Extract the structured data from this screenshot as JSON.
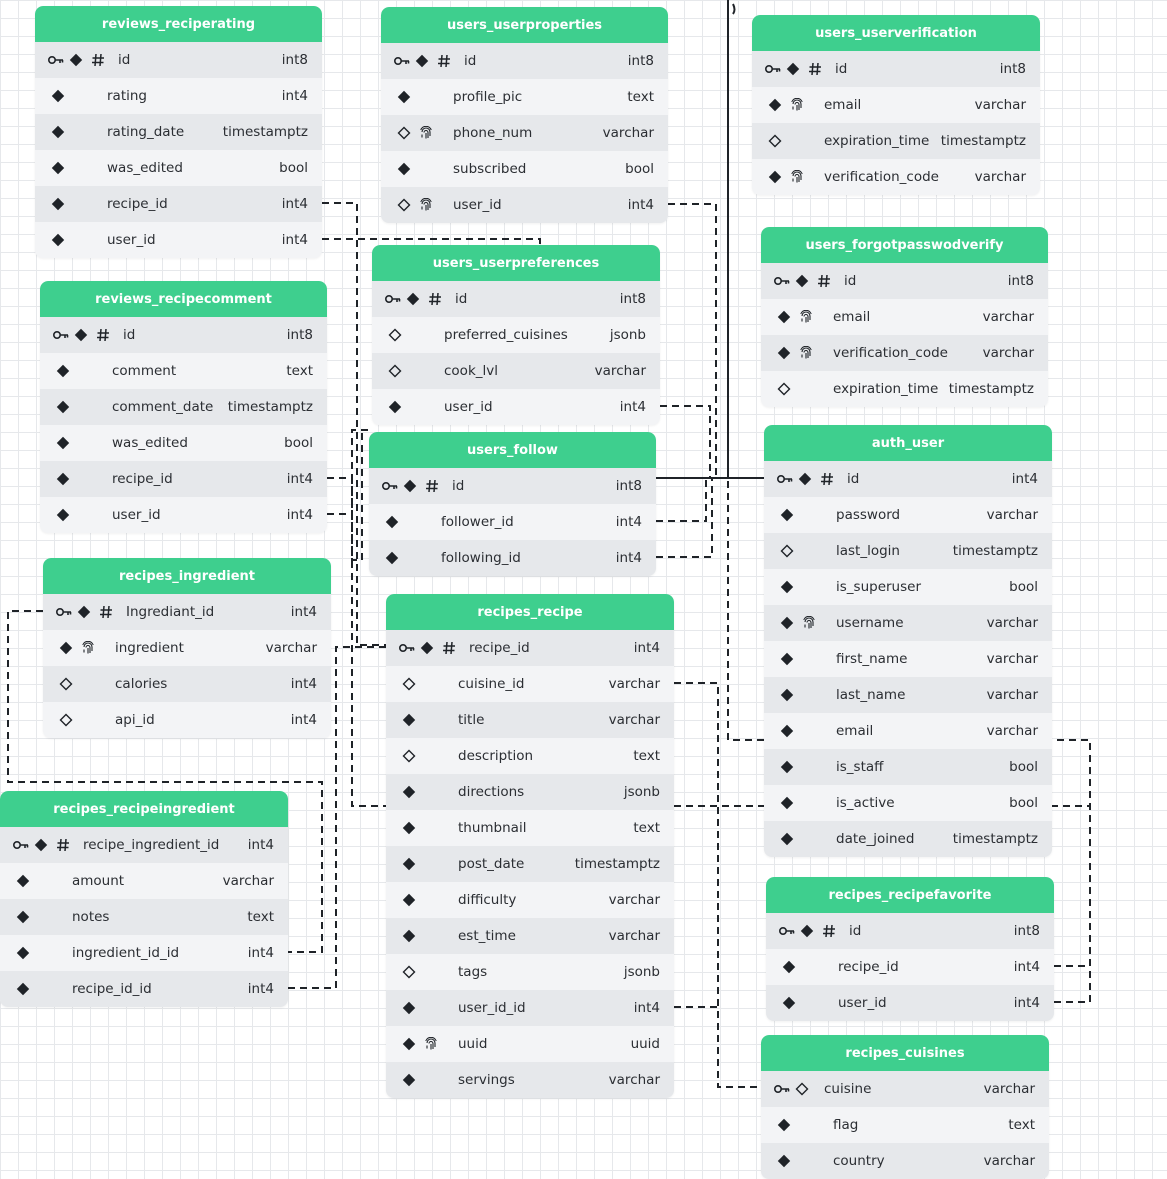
{
  "tables": [
    {
      "name": "reviews_reciperating",
      "cols": [
        {
          "name": "id",
          "type": "int8",
          "pk": true,
          "nn": true,
          "hash": true
        },
        {
          "name": "rating",
          "type": "int4",
          "nn": true
        },
        {
          "name": "rating_date",
          "type": "timestamptz",
          "nn": true
        },
        {
          "name": "was_edited",
          "type": "bool",
          "nn": true
        },
        {
          "name": "recipe_id",
          "type": "int4",
          "nn": true
        },
        {
          "name": "user_id",
          "type": "int4",
          "nn": true
        }
      ]
    },
    {
      "name": "users_userproperties",
      "cols": [
        {
          "name": "id",
          "type": "int8",
          "pk": true,
          "nn": true,
          "hash": true
        },
        {
          "name": "profile_pic",
          "type": "text",
          "nn": true
        },
        {
          "name": "phone_num",
          "type": "varchar",
          "nn": false,
          "uq": true
        },
        {
          "name": "subscribed",
          "type": "bool",
          "nn": true
        },
        {
          "name": "user_id",
          "type": "int4",
          "nn": false,
          "uq": true
        }
      ]
    },
    {
      "name": "users_userverification",
      "cols": [
        {
          "name": "id",
          "type": "int8",
          "pk": true,
          "nn": true,
          "hash": true
        },
        {
          "name": "email",
          "type": "varchar",
          "nn": true,
          "uq": true
        },
        {
          "name": "expiration_time",
          "type": "timestamptz",
          "nn": false
        },
        {
          "name": "verification_code",
          "type": "varchar",
          "nn": true,
          "uq": true
        }
      ]
    },
    {
      "name": "users_forgotpasswodverify",
      "cols": [
        {
          "name": "id",
          "type": "int8",
          "pk": true,
          "nn": true,
          "hash": true
        },
        {
          "name": "email",
          "type": "varchar",
          "nn": true,
          "uq": true
        },
        {
          "name": "verification_code",
          "type": "varchar",
          "nn": true,
          "uq": true
        },
        {
          "name": "expiration_time",
          "type": "timestamptz",
          "nn": false
        }
      ]
    },
    {
      "name": "reviews_recipecomment",
      "cols": [
        {
          "name": "id",
          "type": "int8",
          "pk": true,
          "nn": true,
          "hash": true
        },
        {
          "name": "comment",
          "type": "text",
          "nn": true
        },
        {
          "name": "comment_date",
          "type": "timestamptz",
          "nn": true
        },
        {
          "name": "was_edited",
          "type": "bool",
          "nn": true
        },
        {
          "name": "recipe_id",
          "type": "int4",
          "nn": true
        },
        {
          "name": "user_id",
          "type": "int4",
          "nn": true
        }
      ]
    },
    {
      "name": "users_userpreferences",
      "cols": [
        {
          "name": "id",
          "type": "int8",
          "pk": true,
          "nn": true,
          "hash": true
        },
        {
          "name": "preferred_cuisines",
          "type": "jsonb",
          "nn": false
        },
        {
          "name": "cook_lvl",
          "type": "varchar",
          "nn": false
        },
        {
          "name": "user_id",
          "type": "int4",
          "nn": true
        }
      ]
    },
    {
      "name": "users_follow",
      "cols": [
        {
          "name": "id",
          "type": "int8",
          "pk": true,
          "nn": true,
          "hash": true
        },
        {
          "name": "follower_id",
          "type": "int4",
          "nn": true
        },
        {
          "name": "following_id",
          "type": "int4",
          "nn": true
        }
      ]
    },
    {
      "name": "auth_user",
      "cols": [
        {
          "name": "id",
          "type": "int4",
          "pk": true,
          "nn": true,
          "hash": true
        },
        {
          "name": "password",
          "type": "varchar",
          "nn": true
        },
        {
          "name": "last_login",
          "type": "timestamptz",
          "nn": false
        },
        {
          "name": "is_superuser",
          "type": "bool",
          "nn": true
        },
        {
          "name": "username",
          "type": "varchar",
          "nn": true,
          "uq": true
        },
        {
          "name": "first_name",
          "type": "varchar",
          "nn": true
        },
        {
          "name": "last_name",
          "type": "varchar",
          "nn": true
        },
        {
          "name": "email",
          "type": "varchar",
          "nn": true
        },
        {
          "name": "is_staff",
          "type": "bool",
          "nn": true
        },
        {
          "name": "is_active",
          "type": "bool",
          "nn": true
        },
        {
          "name": "date_joined",
          "type": "timestamptz",
          "nn": true
        }
      ]
    },
    {
      "name": "recipes_ingredient",
      "cols": [
        {
          "name": "Ingrediant_id",
          "type": "int4",
          "pk": true,
          "nn": true,
          "hash": true
        },
        {
          "name": "ingredient",
          "type": "varchar",
          "nn": true,
          "uq": true
        },
        {
          "name": "calories",
          "type": "int4",
          "nn": false
        },
        {
          "name": "api_id",
          "type": "int4",
          "nn": false
        }
      ]
    },
    {
      "name": "recipes_recipe",
      "cols": [
        {
          "name": "recipe_id",
          "type": "int4",
          "pk": true,
          "nn": true,
          "hash": true
        },
        {
          "name": "cuisine_id",
          "type": "varchar",
          "nn": false
        },
        {
          "name": "title",
          "type": "varchar",
          "nn": true
        },
        {
          "name": "description",
          "type": "text",
          "nn": false
        },
        {
          "name": "directions",
          "type": "jsonb",
          "nn": true
        },
        {
          "name": "thumbnail",
          "type": "text",
          "nn": true
        },
        {
          "name": "post_date",
          "type": "timestamptz",
          "nn": true
        },
        {
          "name": "difficulty",
          "type": "varchar",
          "nn": true
        },
        {
          "name": "est_time",
          "type": "varchar",
          "nn": true
        },
        {
          "name": "tags",
          "type": "jsonb",
          "nn": false
        },
        {
          "name": "user_id_id",
          "type": "int4",
          "nn": true
        },
        {
          "name": "uuid",
          "type": "uuid",
          "nn": true,
          "uq": true
        },
        {
          "name": "servings",
          "type": "varchar",
          "nn": true
        }
      ]
    },
    {
      "name": "recipes_recipeingredient",
      "cols": [
        {
          "name": "recipe_ingredient_id",
          "type": "int4",
          "pk": true,
          "nn": true,
          "hash": true
        },
        {
          "name": "amount",
          "type": "varchar",
          "nn": true
        },
        {
          "name": "notes",
          "type": "text",
          "nn": true
        },
        {
          "name": "ingredient_id_id",
          "type": "int4",
          "nn": true
        },
        {
          "name": "recipe_id_id",
          "type": "int4",
          "nn": true
        }
      ]
    },
    {
      "name": "recipes_recipefavorite",
      "cols": [
        {
          "name": "id",
          "type": "int8",
          "pk": true,
          "nn": true,
          "hash": true
        },
        {
          "name": "recipe_id",
          "type": "int4",
          "nn": true
        },
        {
          "name": "user_id",
          "type": "int4",
          "nn": true
        }
      ]
    },
    {
      "name": "recipes_cuisines",
      "cols": [
        {
          "name": "cuisine",
          "type": "varchar",
          "pk": true,
          "nn": false
        },
        {
          "name": "flag",
          "type": "text",
          "nn": true
        },
        {
          "name": "country",
          "type": "varchar",
          "nn": true
        }
      ]
    }
  ]
}
